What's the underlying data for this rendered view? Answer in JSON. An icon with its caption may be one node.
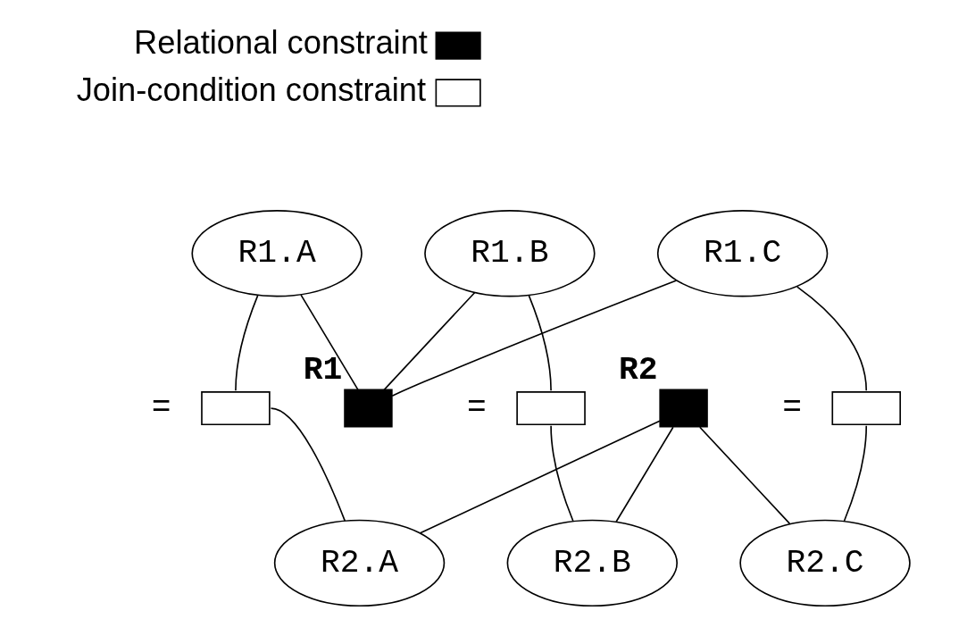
{
  "diagram": {
    "nodes": [
      {
        "text": [
          "R1.A"
        ]
      },
      {
        "text": [
          "R1.B"
        ]
      },
      {
        "text": [
          "R1.C"
        ]
      },
      {
        "text": [
          "R1"
        ]
      },
      {
        "text": [],
        "shape": "box",
        "beside": [
          "="
        ]
      },
      {
        "text": [],
        "shape": "box",
        "beside": [
          "="
        ]
      },
      {
        "text": [],
        "shape": "box",
        "beside": [
          "="
        ]
      },
      {
        "text": [
          "R2"
        ]
      },
      {
        "text": [
          "R2.A"
        ]
      },
      {
        "text": [
          "R2.B"
        ]
      },
      {
        "text": [
          "R2.C"
        ]
      }
    ],
    "edges": [
      {
        "from": 0,
        "to": 3,
        "arrow": "none"
      },
      {
        "from": 1,
        "to": 3,
        "arrow": "none"
      },
      {
        "from": 2,
        "to": 3,
        "arrow": "none"
      },
      {
        "from": 0,
        "to": 4,
        "arrow": "none"
      },
      {
        "from": 4,
        "to": 8,
        "arrow": "none"
      },
      {
        "from": 1,
        "to": 5,
        "arrow": "none"
      },
      {
        "from": 5,
        "to": 9,
        "arrow": "none"
      },
      {
        "from": 2,
        "to": 6,
        "arrow": "none"
      },
      {
        "from": 6,
        "to": 10,
        "arrow": "none"
      },
      {
        "from": 8,
        "to": 7,
        "arrow": "none"
      },
      {
        "from": 9,
        "to": 7,
        "arrow": "none"
      },
      {
        "from": 10,
        "to": 7,
        "arrow": "none"
      }
    ],
    "legend": [
      {
        "text": "Relational constraint",
        "color": "#000000"
      },
      {
        "text": "Join-condition constraint",
        "color": "#ffffff"
      }
    ]
  }
}
